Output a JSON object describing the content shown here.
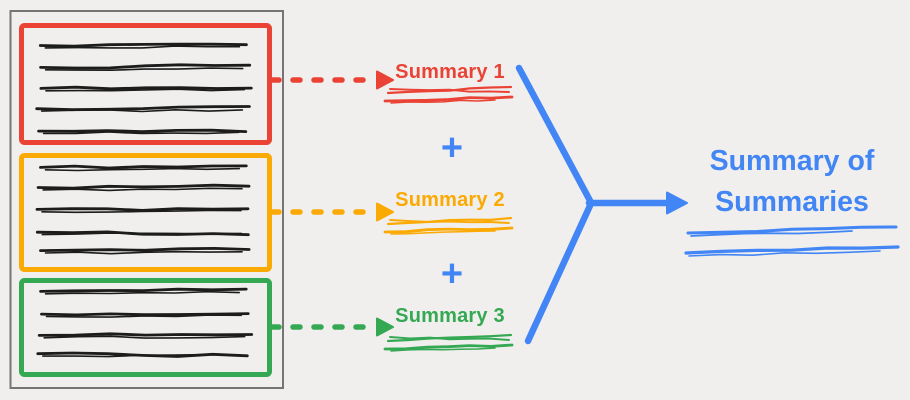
{
  "canvas": {
    "background": "#f0efed"
  },
  "palette": {
    "red": "#EA4335",
    "orange": "#FBA903",
    "green": "#34A853",
    "blue": "#4285F4",
    "outline_gray": "#757575",
    "ink": "#1c1c1c"
  },
  "source": {
    "documents": [
      {
        "name": "document-1",
        "color": "red",
        "text_lines": 5
      },
      {
        "name": "document-2",
        "color": "orange",
        "text_lines": 5
      },
      {
        "name": "document-3",
        "color": "green",
        "text_lines": 4
      }
    ]
  },
  "summaries": [
    {
      "label": "Summary 1",
      "color": "red"
    },
    {
      "label": "Summary 2",
      "color": "orange"
    },
    {
      "label": "Summary 3",
      "color": "green"
    }
  ],
  "operators": {
    "plus": "+"
  },
  "result": {
    "label": "Summary of Summaries",
    "color": "blue"
  }
}
